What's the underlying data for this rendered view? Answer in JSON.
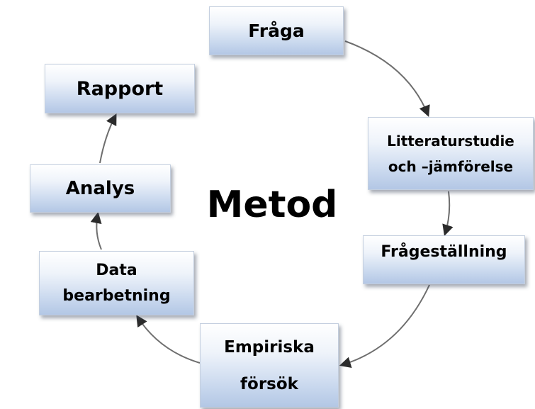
{
  "diagram": {
    "center_title": "Metod",
    "nodes": [
      {
        "id": "fraga",
        "lines": [
          "Fråga"
        ]
      },
      {
        "id": "litteraturstudie",
        "lines": [
          "Litteraturstudie",
          "och –jämförelse"
        ]
      },
      {
        "id": "fragestallning",
        "lines": [
          "Frågeställning"
        ]
      },
      {
        "id": "empiriska",
        "lines": [
          "Empiriska",
          "försök"
        ]
      },
      {
        "id": "databearbetning",
        "lines": [
          "Data",
          "bearbetning"
        ]
      },
      {
        "id": "analys",
        "lines": [
          "Analys"
        ]
      },
      {
        "id": "rapport",
        "lines": [
          "Rapport"
        ]
      }
    ],
    "flow": [
      [
        "fraga",
        "litteraturstudie"
      ],
      [
        "litteraturstudie",
        "fragestallning"
      ],
      [
        "fragestallning",
        "empiriska"
      ],
      [
        "empiriska",
        "databearbetning"
      ],
      [
        "databearbetning",
        "analys"
      ],
      [
        "analys",
        "rapport"
      ]
    ],
    "colors": {
      "box_top": "#ffffff",
      "box_bottom": "#b3c7e5",
      "arrow": "#6e6e6e",
      "text": "#000000"
    }
  }
}
